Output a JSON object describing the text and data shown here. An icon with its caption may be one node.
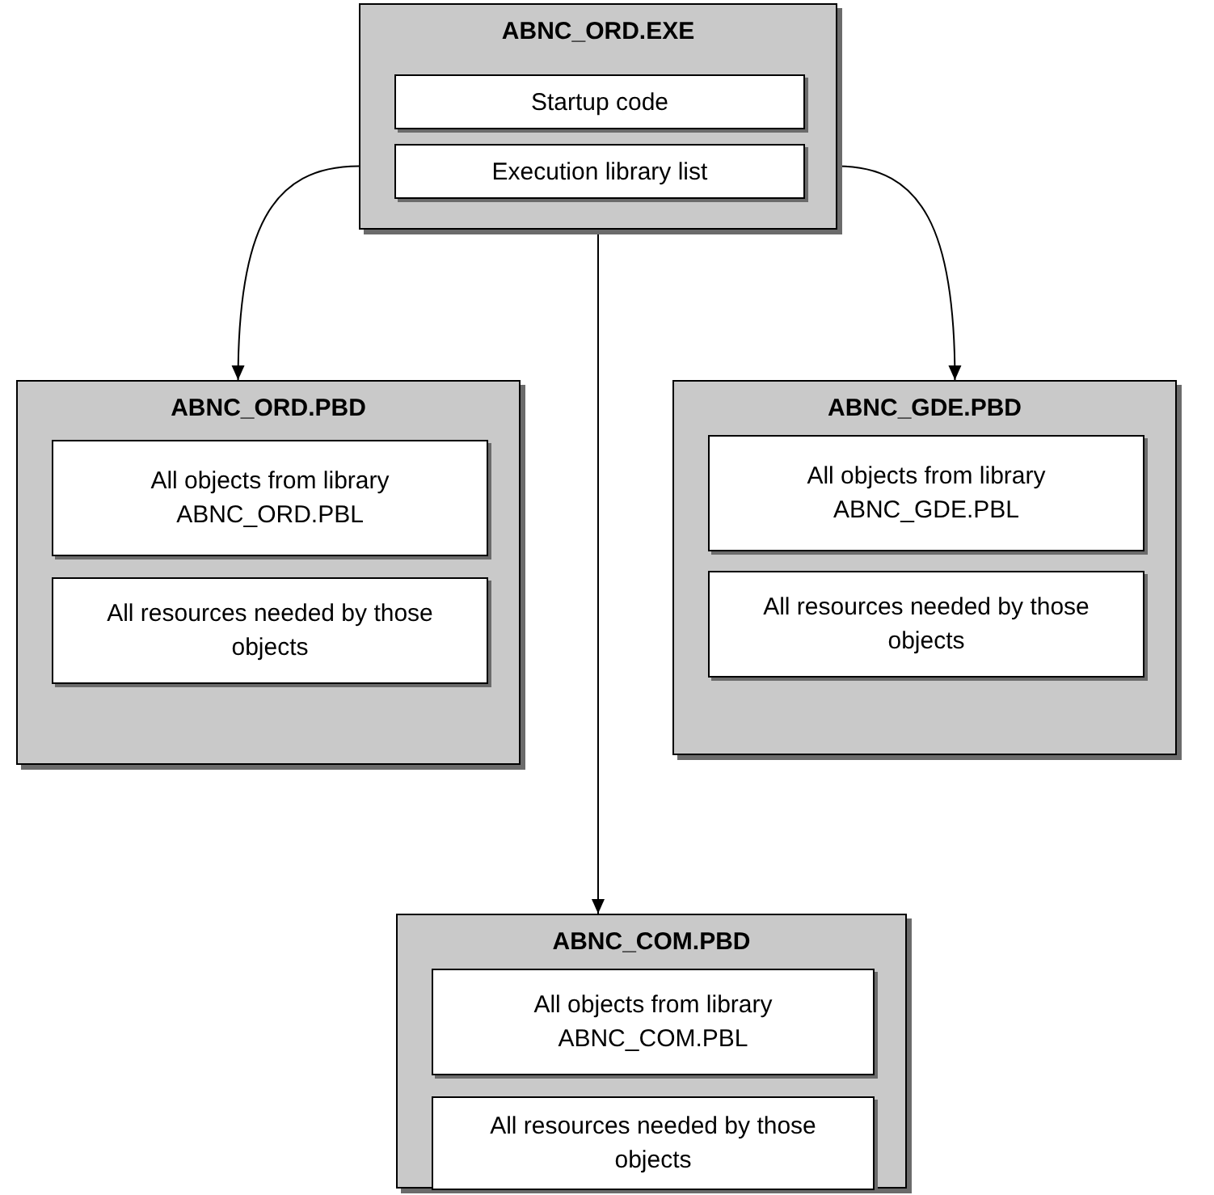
{
  "diagram": {
    "nodes": [
      {
        "text": [
          "ABNC_ORD.EXE"
        ]
      },
      {
        "text": [
          "Startup code"
        ],
        "in": 0
      },
      {
        "text": [
          "Execution library list"
        ],
        "in": 0
      },
      {
        "text": [
          "ABNC_ORD.PBD"
        ]
      },
      {
        "text": [
          "All objects from library ABNC_ORD.PBL"
        ],
        "in": 3
      },
      {
        "text": [
          "All resources needed by those objects"
        ],
        "in": 3
      },
      {
        "text": [
          "ABNC_GDE.PBD"
        ]
      },
      {
        "text": [
          "All objects from library ABNC_GDE.PBL"
        ],
        "in": 6
      },
      {
        "text": [
          "All resources needed by those objects"
        ],
        "in": 6
      },
      {
        "text": [
          "ABNC_COM.PBD"
        ]
      },
      {
        "text": [
          "All objects from library ABNC_COM.PBL"
        ],
        "in": 9
      },
      {
        "text": [
          "All resources needed by those objects"
        ],
        "in": 9
      }
    ],
    "edges": [
      {
        "from": 0,
        "to": 3,
        "arrow": "to"
      },
      {
        "from": 0,
        "to": 6,
        "arrow": "to"
      },
      {
        "from": 0,
        "to": 9,
        "arrow": "to"
      }
    ]
  }
}
